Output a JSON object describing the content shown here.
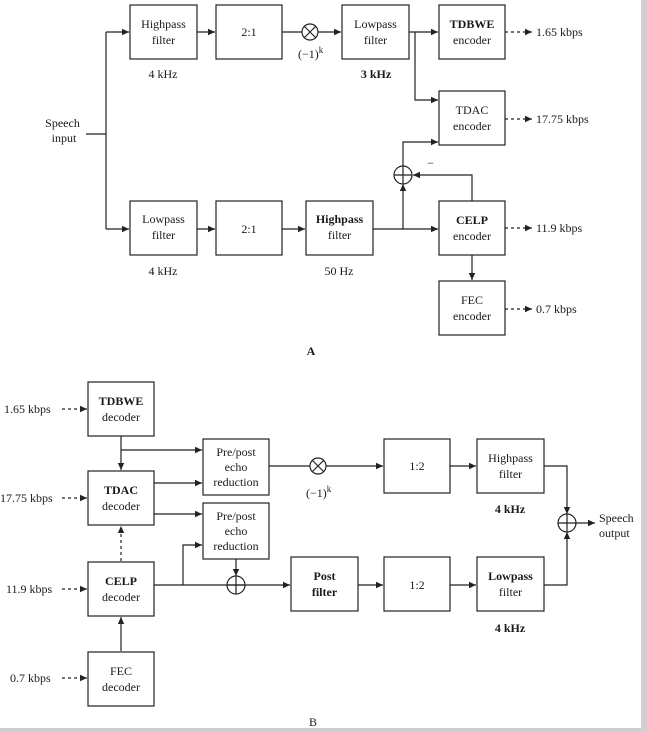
{
  "encoder": {
    "hp_filter": [
      "Highpass",
      "filter"
    ],
    "hp_filter_freq": "4 kHz",
    "downsample_1": "2:1",
    "modulator_label": "(−1)",
    "modulator_exp": "k",
    "lp_filter_1": [
      "Lowpass",
      "filter"
    ],
    "lp_filter_1_freq": "3 kHz",
    "tdbwe_encoder": [
      "TDBWE",
      "encoder"
    ],
    "tdbwe_rate": "1.65 kbps",
    "speech_input": [
      "Speech",
      "input"
    ],
    "tdac_encoder": [
      "TDAC",
      "encoder"
    ],
    "tdac_rate": "17.75 kbps",
    "minus_sign": "−",
    "lp_filter_2": [
      "Lowpass",
      "filter"
    ],
    "lp_filter_2_freq": "4 kHz",
    "downsample_2": "2:1",
    "hp_filter_2": [
      "Highpass",
      "filter"
    ],
    "hp_filter_2_freq": "50 Hz",
    "celp_encoder": [
      "CELP",
      "encoder"
    ],
    "celp_rate": "11.9 kbps",
    "fec_encoder": [
      "FEC",
      "encoder"
    ],
    "fec_rate": "0.7 kbps",
    "panel_label": "A"
  },
  "decoder": {
    "tdbwe_rate": "1.65 kbps",
    "tdbwe_decoder": [
      "TDBWE",
      "decoder"
    ],
    "tdac_rate": "17.75 kbps",
    "tdac_decoder": [
      "TDAC",
      "decoder"
    ],
    "celp_rate": "11.9 kbps",
    "celp_decoder": [
      "CELP",
      "decoder"
    ],
    "fec_rate": "0.7 kbps",
    "fec_decoder": [
      "FEC",
      "decoder"
    ],
    "echo_1": [
      "Pre/post",
      "echo",
      "reduction"
    ],
    "echo_2": [
      "Pre/post",
      "echo",
      "reduction"
    ],
    "modulator_label": "(−1)",
    "modulator_exp": "k",
    "upsample_1": "1:2",
    "upsample_2": "1:2",
    "post_filter": [
      "Post",
      "filter"
    ],
    "hp_filter": [
      "Highpass",
      "filter"
    ],
    "hp_filter_freq": "4 kHz",
    "lp_filter": [
      "Lowpass",
      "filter"
    ],
    "lp_filter_freq": "4 kHz",
    "speech_output": [
      "Speech",
      "output"
    ],
    "panel_label": "B"
  }
}
